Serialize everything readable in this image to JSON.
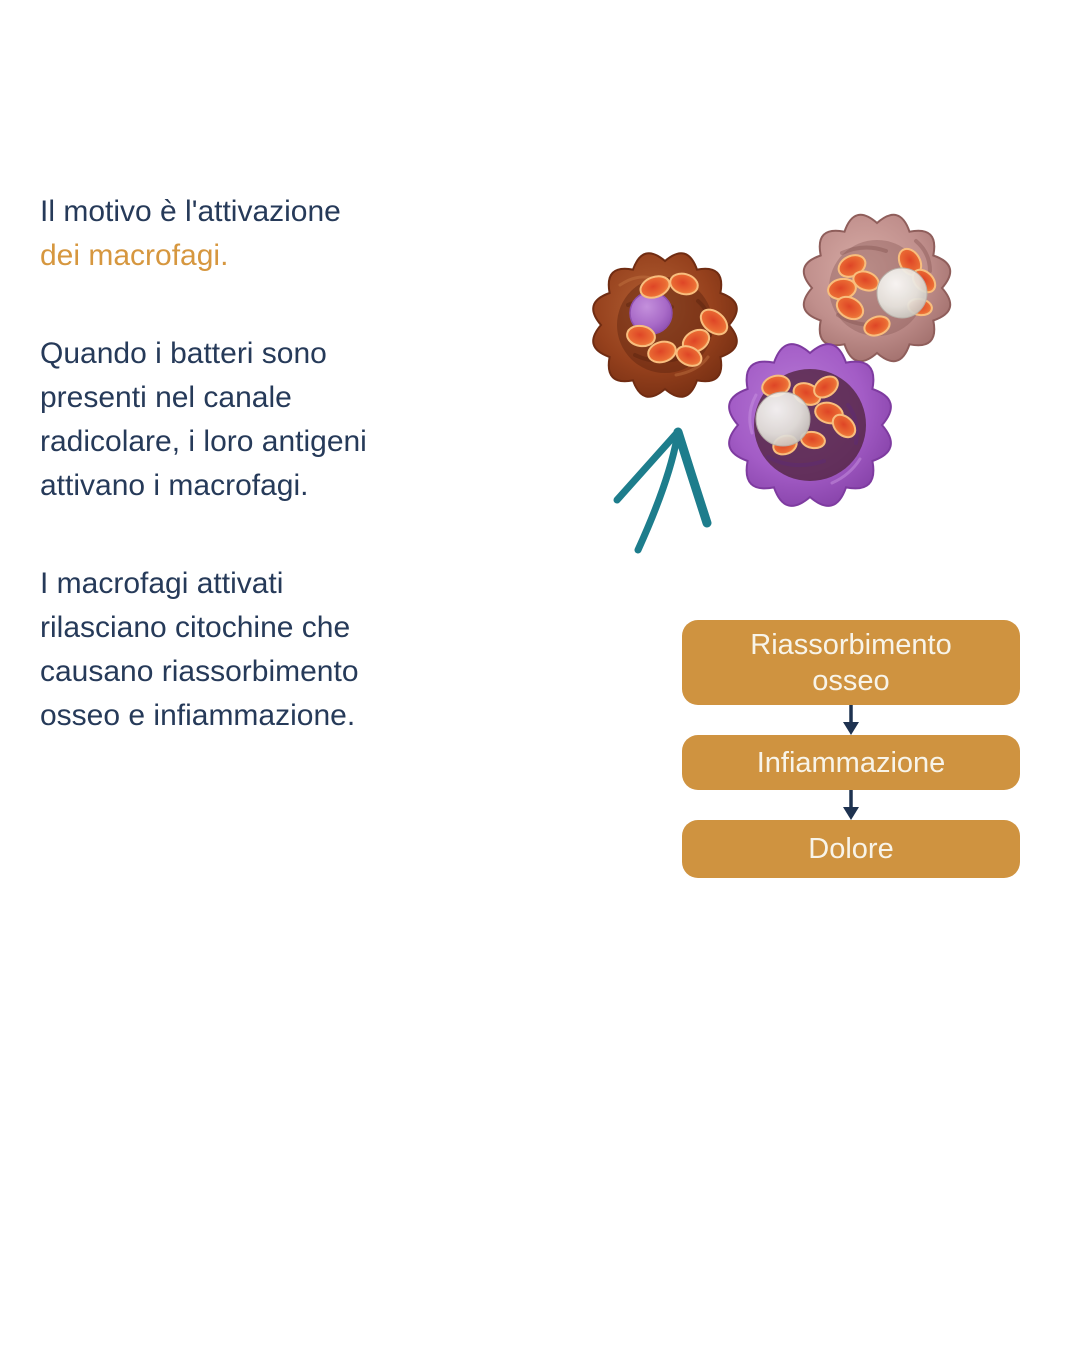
{
  "page": {
    "background_color": "#ffffff",
    "language": "it"
  },
  "colors": {
    "body_text_navy": "#263A59",
    "accent_orange_text": "#D6973F",
    "flow_box_fill": "#CF9340",
    "flow_box_text": "#F8F4E9",
    "flow_arrow_navy": "#1E3250",
    "hand_arrow_teal": "#1D7D8C"
  },
  "content": {
    "heading": {
      "line1": "Il motivo è l'attivazione",
      "line2": "dei macrofagi."
    },
    "paragraph1": {
      "lines": [
        "Quando i batteri sono",
        "presenti nel canale",
        "radicolare, i loro antigeni",
        "attivano i macrofagi."
      ]
    },
    "paragraph2": {
      "lines": [
        "I macrofagi attivati",
        "rilasciano citochine che",
        "causano riassorbimento",
        "osseo e infiammazione."
      ]
    }
  },
  "illustration": {
    "icons": [
      "macrophage-cell-brown-icon",
      "macrophage-cell-pink-icon",
      "macrophage-cell-purple-icon",
      "hand-drawn-arrow-icon"
    ]
  },
  "flowchart": {
    "box1": {
      "line1": "Riassorbimento",
      "line2": "osseo"
    },
    "box2": {
      "label": "Infiammazione"
    },
    "box3": {
      "label": "Dolore"
    }
  }
}
